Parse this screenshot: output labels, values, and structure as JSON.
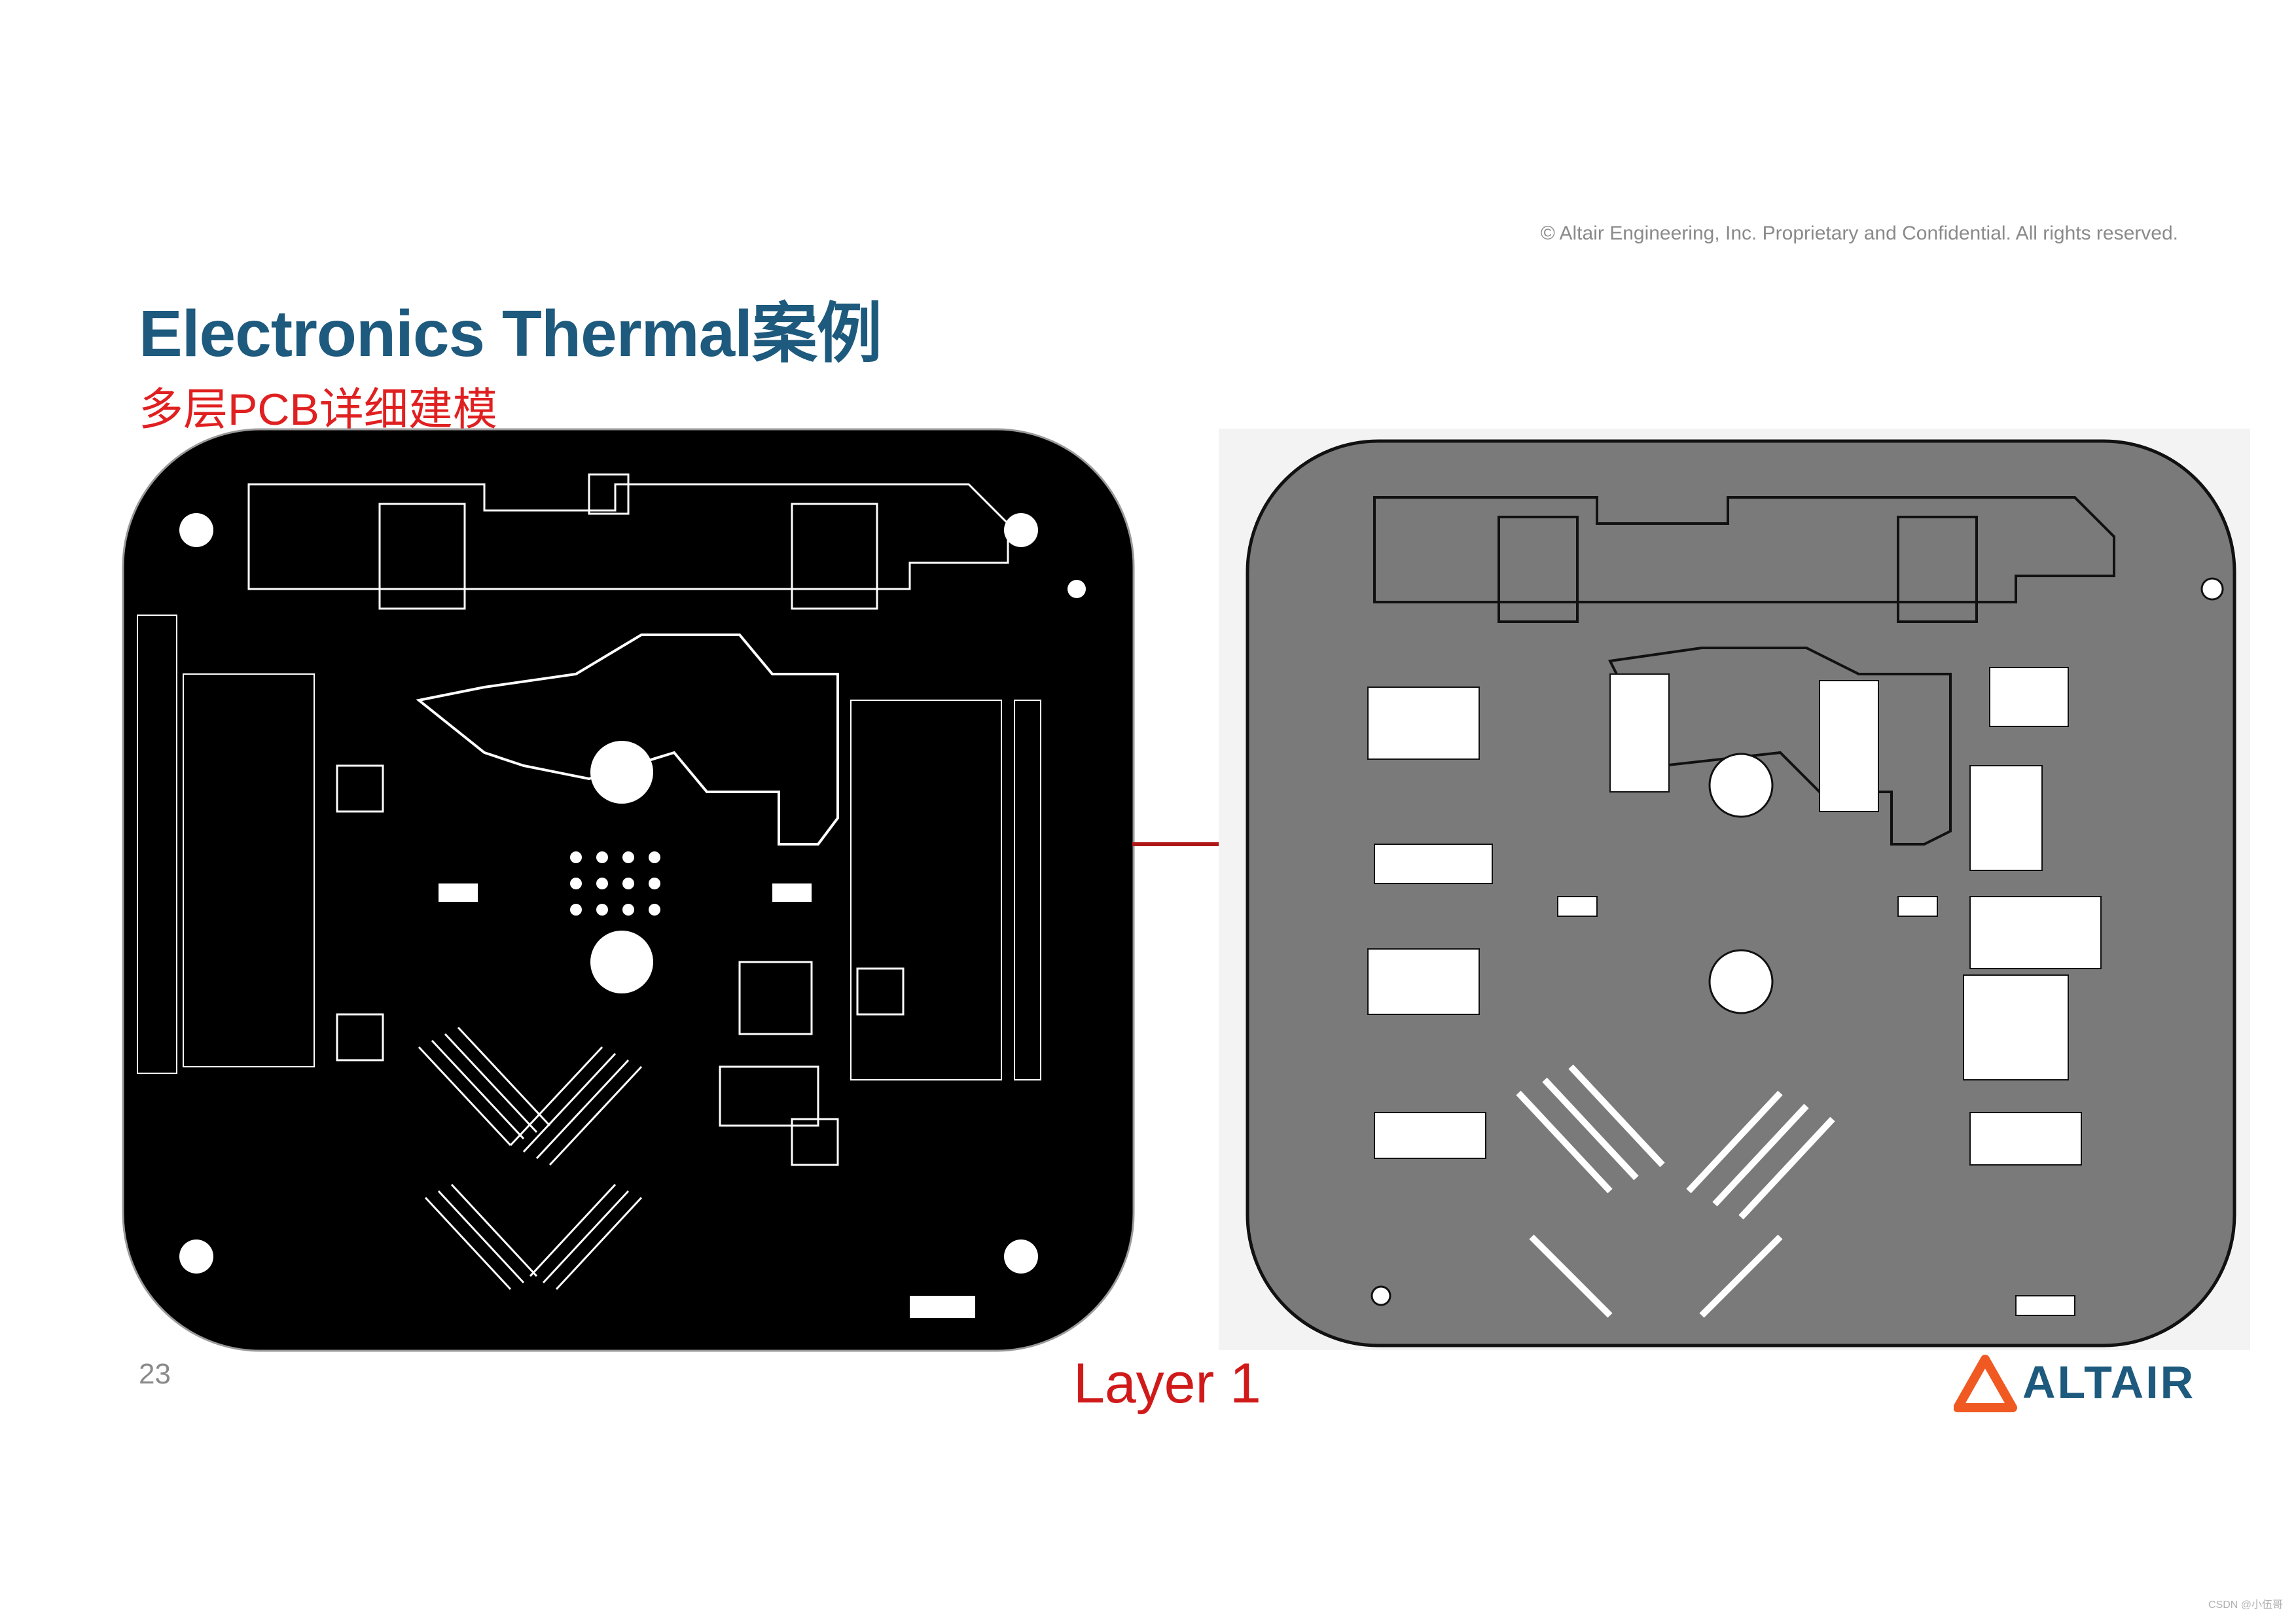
{
  "header": {
    "copyright": "© Altair Engineering, Inc. Proprietary and Confidential. All rights reserved."
  },
  "slide": {
    "title": "Electronics Thermal案例",
    "subtitle": "多层PCB详细建模",
    "page_number": "23",
    "layer_label": "Layer 1"
  },
  "brand": {
    "logo_text": "ALTAIR",
    "logo_color": "#1e5a7d",
    "logo_accent": "#f05a22"
  },
  "watermark": "CSDN @小伍哥",
  "colors": {
    "title": "#1e5a7d",
    "subtitle": "#e02020",
    "arrow": "#b01818",
    "pcb_dark": "#000000",
    "pcb_trace": "#ffffff",
    "thermal_fill": "#7a7a7a",
    "thermal_copper": "#ffffff"
  },
  "images": {
    "left": "pcb-layer-artwork",
    "right": "thermal-model-layer"
  }
}
